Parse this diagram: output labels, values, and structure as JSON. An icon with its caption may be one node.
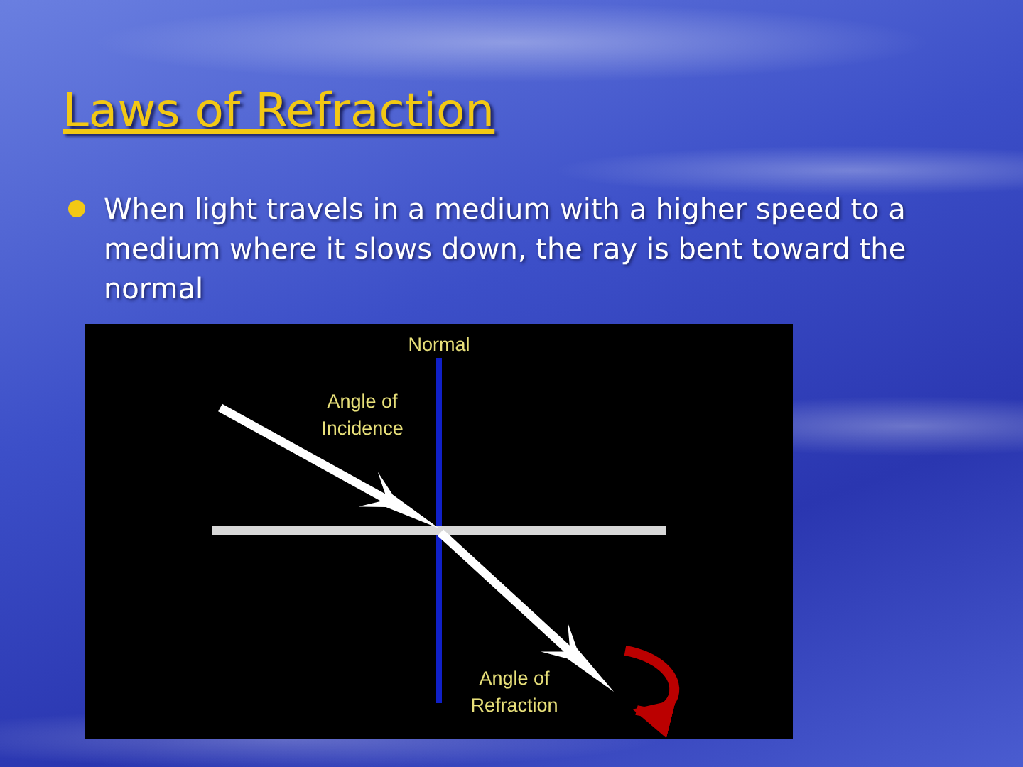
{
  "diagram": {
    "title": "Laws of Refraction",
    "labels": [
      "When light travels in a medium with a higher speed to a medium where it slows down, the ray is bent toward the normal",
      "Normal",
      "Angle of Incidence",
      "Angle of Refraction"
    ]
  }
}
